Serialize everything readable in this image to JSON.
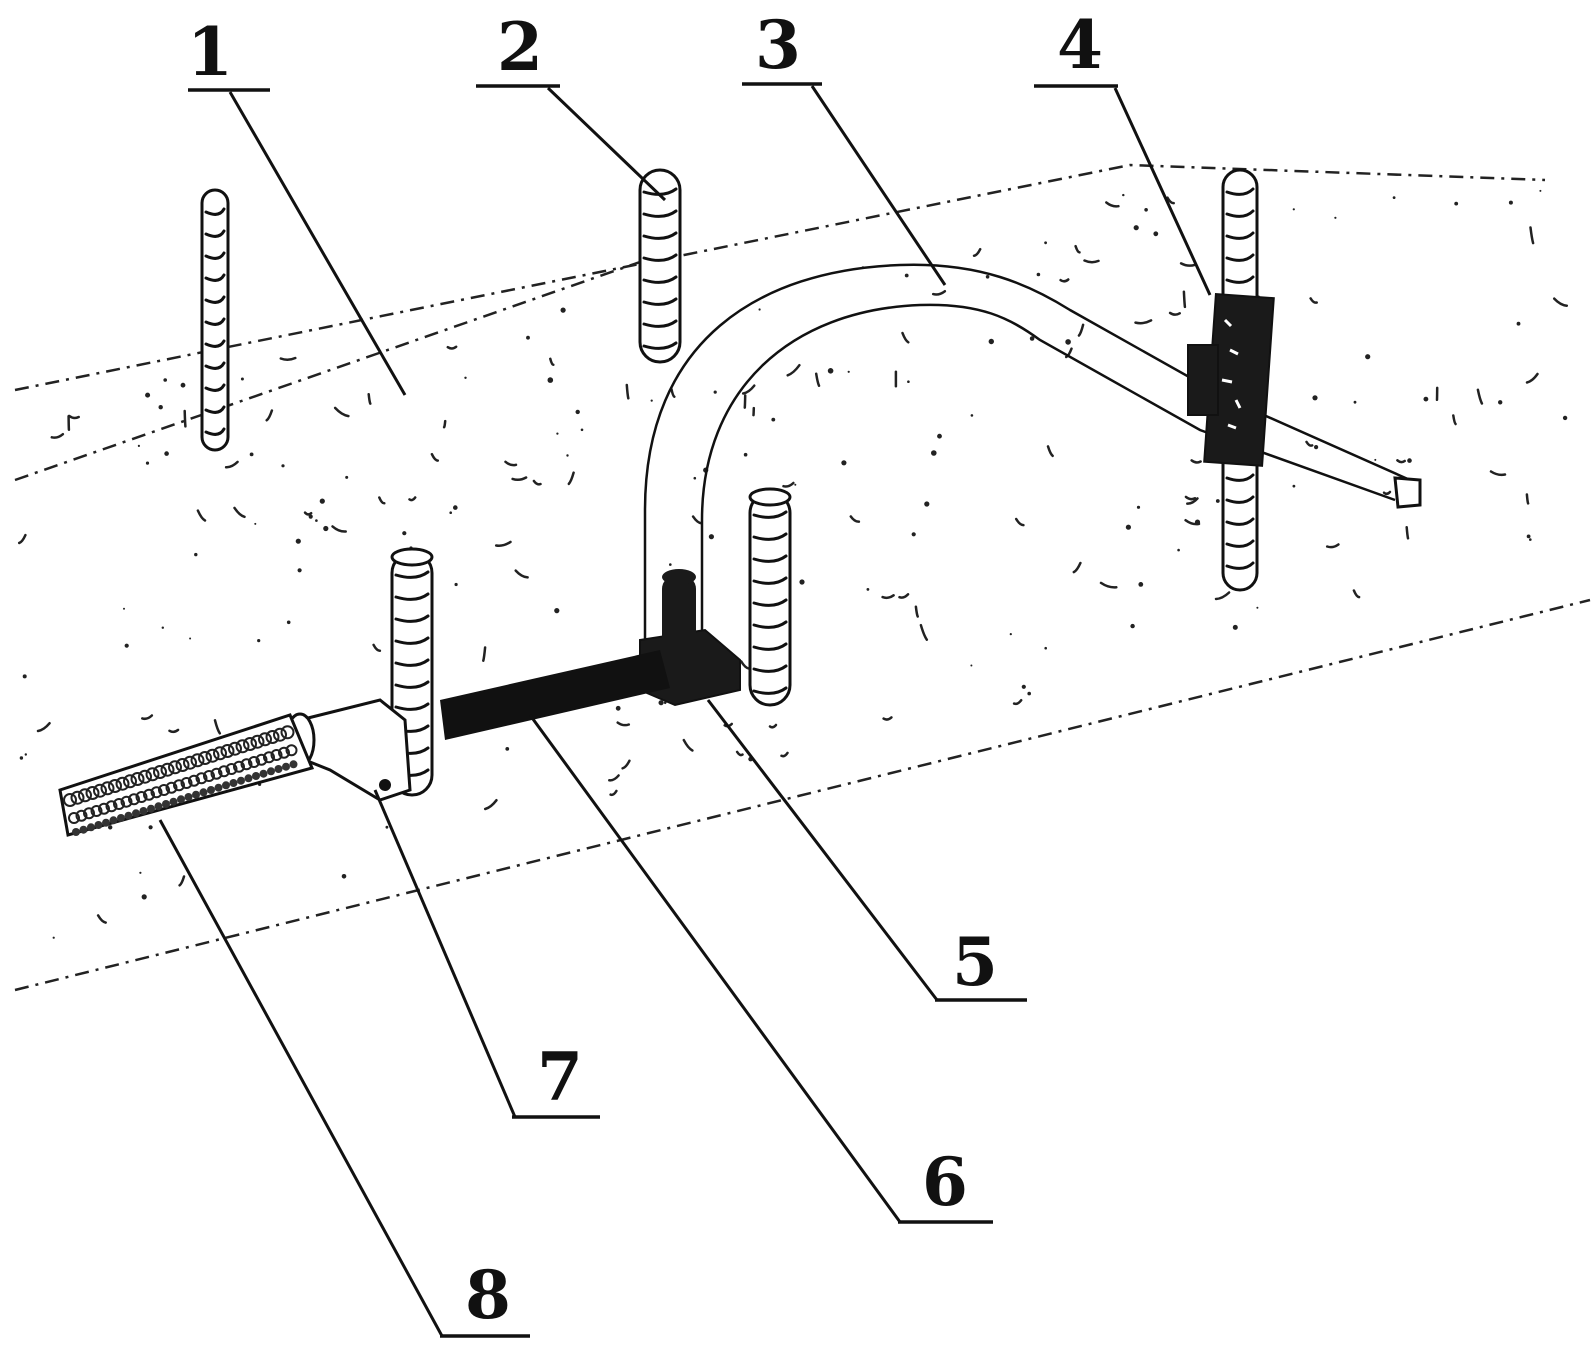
{
  "figure": {
    "labels": [
      {
        "id": "1",
        "text": "1"
      },
      {
        "id": "2",
        "text": "2"
      },
      {
        "id": "3",
        "text": "3"
      },
      {
        "id": "4",
        "text": "4"
      },
      {
        "id": "5",
        "text": "5"
      },
      {
        "id": "6",
        "text": "6"
      },
      {
        "id": "7",
        "text": "7"
      },
      {
        "id": "8",
        "text": "8"
      }
    ]
  },
  "colors": {
    "ink": "#111111",
    "background": "#ffffff",
    "dark_part": "#1a1a1a"
  }
}
